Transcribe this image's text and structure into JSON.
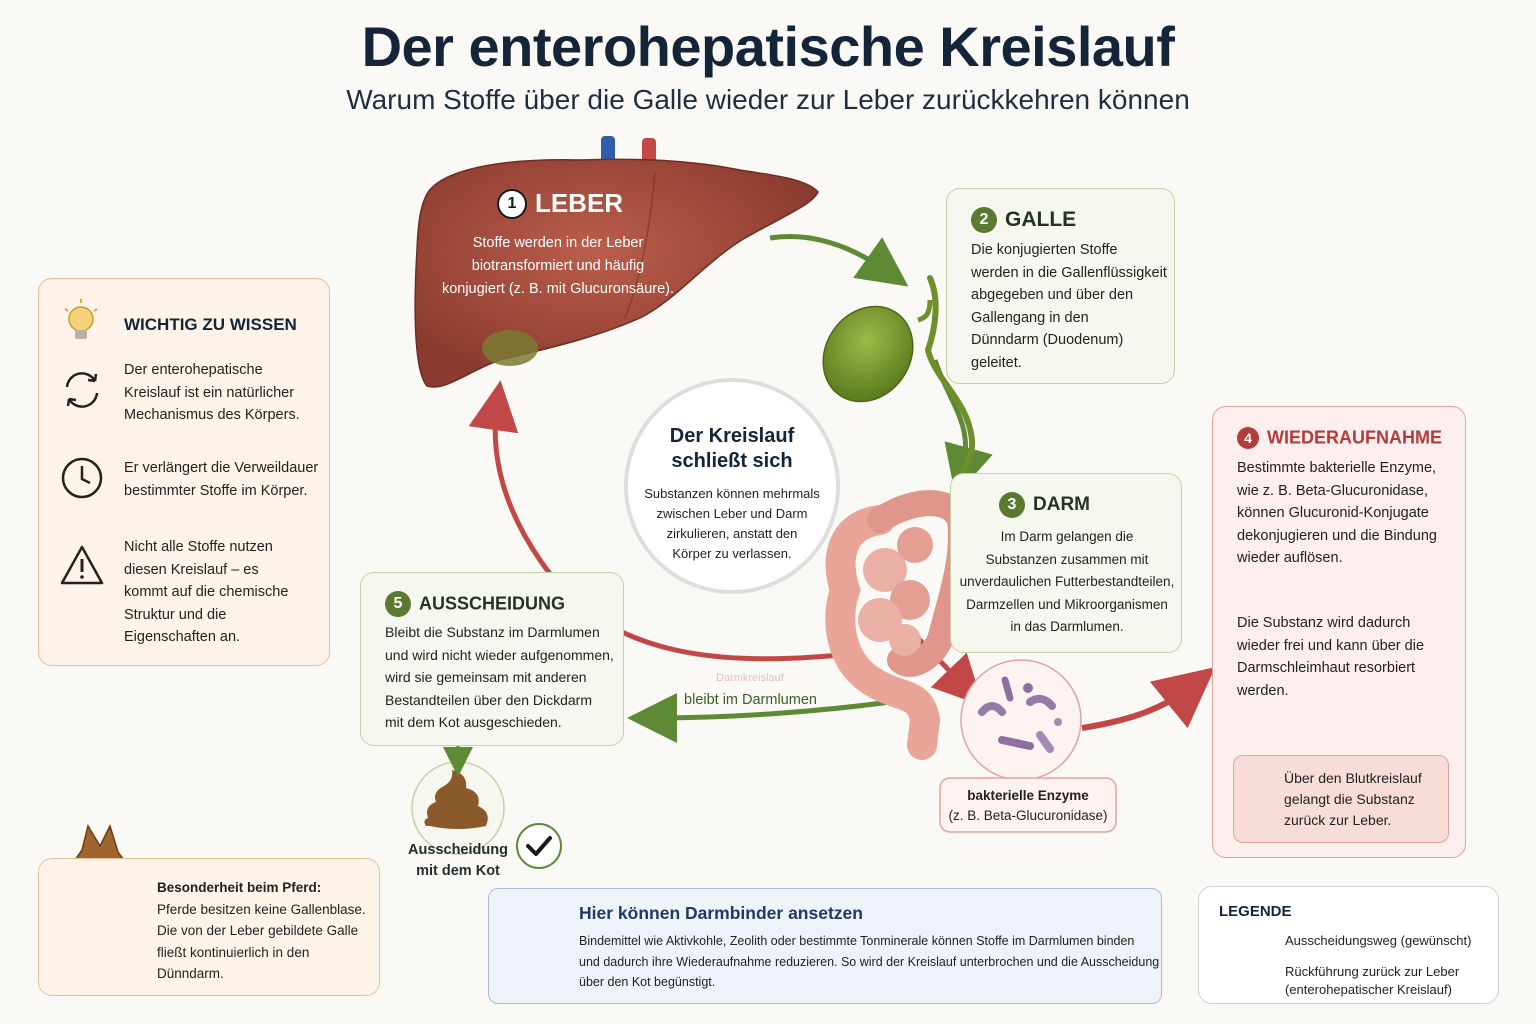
{
  "title": "Der enterohepatische Kreislauf",
  "subtitle": "Warum Stoffe über die Galle wieder zur Leber zurückkehren können",
  "leber": {
    "num": "1",
    "heading": "LEBER",
    "text": [
      "Stoffe werden in der Leber",
      "biotransformiert und häufig",
      "konjugiert (z. B. mit Glucuronsäure)."
    ]
  },
  "galle": {
    "num": "2",
    "heading": "GALLE",
    "text": [
      "Die konjugierten Stoffe",
      "werden in die Gallenflüssigkeit",
      "abgegeben und über den",
      "Gallengang in den",
      "Dünndarm (Duodenum)",
      "geleitet."
    ]
  },
  "darm": {
    "num": "3",
    "heading": "DARM",
    "text": [
      "Im Darm gelangen die",
      "Substanzen zusammen mit",
      "unverdaulichen Futterbestandteilen,",
      "Darmzellen und Mikroorganismen",
      "in das Darmlumen."
    ]
  },
  "wiederaufnahme": {
    "num": "4",
    "heading": "WIEDERAUFNAHME",
    "text1": [
      "Bestimmte bakterielle Enzyme,",
      "wie z. B. Beta-Glucuronidase,",
      "können Glucuronid-Konjugate",
      "dekonjugieren und die Bindung",
      "wieder auflösen."
    ],
    "text2": [
      "Die Substanz wird dadurch",
      "wieder frei und kann über die",
      "Darmschleimhaut resorbiert",
      "werden."
    ],
    "blood": [
      "Über den Blutkreislauf",
      "gelangt die Substanz",
      "zurück zur Leber."
    ]
  },
  "ausscheidung": {
    "num": "5",
    "heading": "AUSSCHEIDUNG",
    "text": [
      "Bleibt die Substanz im Darmlumen",
      "und wird nicht wieder aufgenommen,",
      "wird sie gemeinsam mit anderen",
      "Bestandteilen über den Dickdarm",
      "mit dem Kot ausgeschieden."
    ],
    "stool_label": [
      "Ausscheidung",
      "mit dem Kot"
    ],
    "arrow_label": "bleibt im Darmlumen",
    "faint_label": "Darmkreislauf"
  },
  "center": {
    "heading": [
      "Der Kreislauf",
      "schließt sich"
    ],
    "text": [
      "Substanzen können mehrmals",
      "zwischen Leber und Darm",
      "zirkulieren, anstatt den",
      "Körper zu verlassen."
    ]
  },
  "bacteria": {
    "label": [
      "bakterielle Enzyme",
      "(z. B. Beta-Glucuronidase)"
    ]
  },
  "wichtig": {
    "heading": "WICHTIG ZU WISSEN",
    "items": [
      [
        "Der enterohepatische",
        "Kreislauf ist ein natürlicher",
        "Mechanismus des Körpers."
      ],
      [
        "Er verlängert die Verweildauer",
        "bestimmter Stoffe im Körper."
      ],
      [
        "Nicht alle Stoffe nutzen",
        "diesen Kreislauf – es",
        "kommt auf die chemische",
        "Struktur und die",
        "Eigenschaften an."
      ]
    ],
    "icons": [
      "lightbulb-icon",
      "cycle-icon",
      "clock-icon",
      "warning-icon"
    ]
  },
  "pferd": {
    "heading": "Besonderheit beim Pferd:",
    "text": [
      "Pferde besitzen keine Gallenblase.",
      "Die von der Leber gebildete Galle",
      "fließt kontinuierlich in den",
      "Dünndarm."
    ]
  },
  "binder": {
    "heading": "Hier können Darmbinder ansetzen",
    "text": [
      "Bindemittel wie Aktivkohle, Zeolith oder bestimmte Tonminerale können Stoffe im Darmlumen binden",
      "und dadurch ihre Wiederaufnahme reduzieren. So wird der Kreislauf unterbrochen und die Ausscheidung",
      "über den Kot begünstigt."
    ]
  },
  "legende": {
    "heading": "LEGENDE",
    "green": "Ausscheidungsweg (gewünscht)",
    "red": [
      "Rückführung zurück zur Leber",
      "(enterohepatischer Kreislauf)"
    ]
  },
  "colors": {
    "green": "#5f8a35",
    "red": "#c24848",
    "liver": "#a34a3c",
    "gallbladder": "#7a9b2e",
    "intestine": "#e8a598"
  }
}
